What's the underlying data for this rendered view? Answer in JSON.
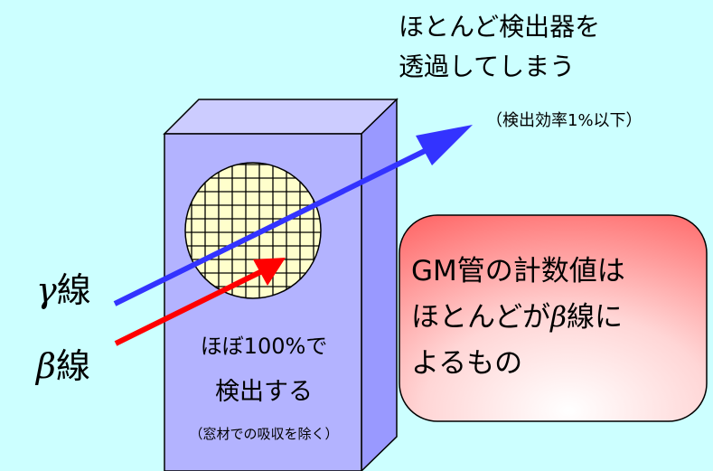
{
  "top_caption": {
    "line1": "ほとんど検出器を",
    "line2": "透過してしまう"
  },
  "efficiency_note": "（検出効率1%以下）",
  "gamma_label": {
    "symbol": "γ",
    "word": "線"
  },
  "beta_label": {
    "symbol": "β",
    "word": "線"
  },
  "detector_text": {
    "line1": "ほぼ100%で",
    "line2": "検出する",
    "line3": "（窓材での吸収を除く）"
  },
  "callout": {
    "line1": "GM管の計数値は",
    "line2_pre": "ほとんどが",
    "line2_symbol": "β",
    "line2_post": "線に",
    "line3": "よるもの"
  },
  "colors": {
    "background": "#ccffff",
    "detector_body": "#b3b3ff",
    "window_fill": "#ffffcc",
    "gamma_ray": "#3333ff",
    "beta_ray": "#ff0000",
    "callout_fill": "#ff6666"
  }
}
